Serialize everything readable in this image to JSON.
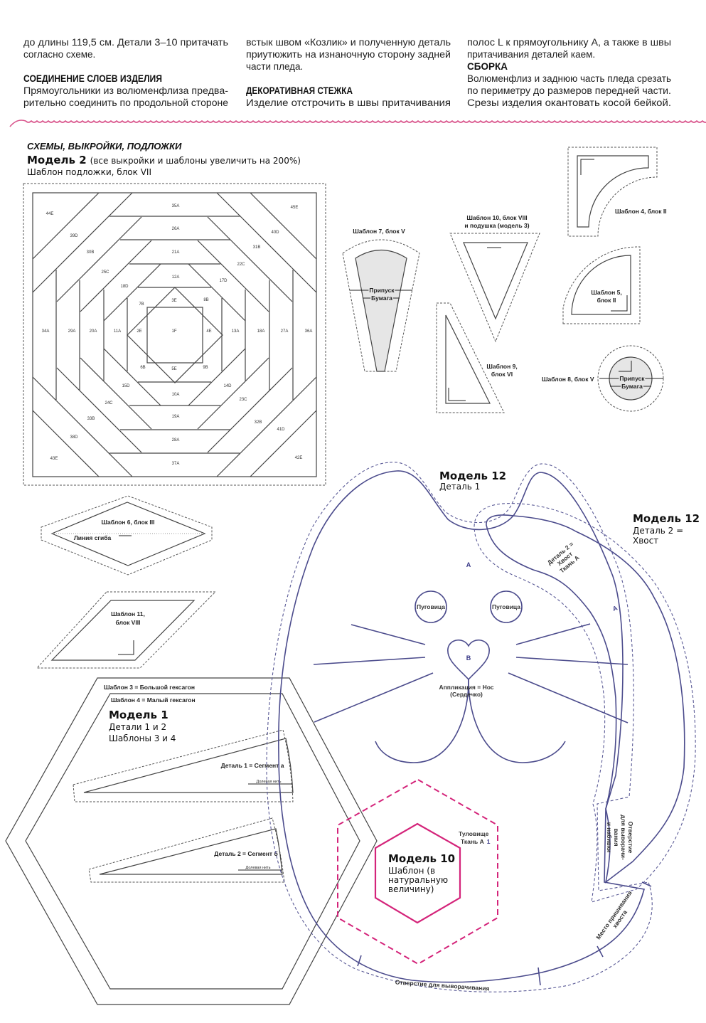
{
  "article": {
    "col1": {
      "lines": [
        "до длины 119,5 см. Детали 3–10 притачать",
        "согласно схеме."
      ],
      "heading": "СОЕДИНЕНИЕ СЛОЕВ ИЗДЕЛИЯ",
      "lines2": [
        "Прямоугольники из волюменфлиза предва-",
        "рительно соединить по продольной стороне"
      ]
    },
    "col2": {
      "lines": [
        "встык швом «Козлик» и полученную деталь",
        "приутюжить на изнаночную сторону задней",
        "части пледа."
      ],
      "heading": "ДЕКОРАТИВНАЯ СТЕЖКА",
      "lines2": [
        "Изделие отстрочить в швы притачивания"
      ]
    },
    "col3": {
      "lines": [
        "полос L к прямоугольнику А, а также в швы",
        "притачивания деталей каем."
      ],
      "heading": "СБОРКА",
      "lines2": [
        "Волюменфлиз и заднюю часть пледа срезать",
        "по периметру до размеров передней части.",
        "Срезы изделия окантовать косой бейкой."
      ]
    }
  },
  "divider_color": "#d9558c",
  "section": {
    "title": "СХЕМЫ, ВЫКРОЙКИ, ПОДЛОЖКИ",
    "model2_title": "Модель 2",
    "model2_note": "(все выкройки и шаблоны увеличить на 200%)",
    "block_caption": "Шаблон подложки, блок VII"
  },
  "block_vii": {
    "labels": [
      "44E",
      "39D",
      "30B",
      "25C",
      "18D",
      "7B",
      "3E",
      "8B",
      "12A",
      "21A",
      "26A",
      "35A",
      "45E",
      "40D",
      "31B",
      "22C",
      "17D",
      "34A",
      "29A",
      "20A",
      "11A",
      "2E",
      "1F",
      "4E",
      "13A",
      "18A",
      "27A",
      "36A",
      "6B",
      "5E",
      "9B",
      "15D",
      "10A",
      "14D",
      "24C",
      "23C",
      "19A",
      "33B",
      "32B",
      "41D",
      "38D",
      "28A",
      "43E",
      "42E",
      "37A"
    ]
  },
  "templates": {
    "t7": {
      "label": "Шаблон 7, блок V",
      "allowance": "Припуск",
      "paper": "Бумага"
    },
    "t10": {
      "label1": "Шаблон 10, блок VIII",
      "label2": "и подушка (модель 3)"
    },
    "t9": {
      "label1": "Шаблон 9,",
      "label2": "блок VI"
    },
    "t4": {
      "label": "Шаблон 4, блок II"
    },
    "t5": {
      "label1": "Шаблон 5,",
      "label2": "блок II"
    },
    "t8": {
      "label": "Шаблон 8, блок V",
      "allowance": "Припуск",
      "paper": "Бумага"
    },
    "t6": {
      "label": "Шаблон 6, блок III",
      "fold": "Линия сгиба"
    },
    "t11": {
      "label1": "Шаблон 11,",
      "label2": "блок  VIII"
    }
  },
  "model1": {
    "hex_big": "Шаблон 3 = Большой гексагон",
    "hex_small": "Шаблон 4 = Малый гексагон",
    "title": "Модель 1",
    "line1": "Детали 1 и 2",
    "line2": "Шаблоны 3 и 4",
    "detail1": "Деталь 1 = Сегмент а",
    "detail2": "Деталь 2 = Сегмент б",
    "grain": "Долевая нить"
  },
  "model10": {
    "title": "Модель 10",
    "line1": "Шаблон (в",
    "line2": "натуральную",
    "line3": "величину)",
    "color": "#d4247a"
  },
  "model12": {
    "title": "Модель 12",
    "detail1": "Деталь 1",
    "title2": "Модель 12",
    "detail2a": "Деталь 2 =",
    "detail2b": "Хвост",
    "body": "Туловище",
    "body_fabric": "Ткань А",
    "body_num": "1",
    "fabric_a": "A",
    "fabric_b": "B",
    "button": "Пуговица",
    "nose1": "Аппликация = Нос",
    "nose2": "(Сердечко)",
    "tail1": "Деталь 2 =",
    "tail2": "Хвост",
    "tail3": "Ткань А",
    "open1": "Отверстие",
    "open2": "для выворачи-",
    "open3": "вания",
    "open4": "и набивки",
    "tail_attach1": "Место пришивания",
    "tail_attach2": "хвоста",
    "turn_opening": "Отверстие для выворачивания",
    "color": "#4b4b8c"
  }
}
